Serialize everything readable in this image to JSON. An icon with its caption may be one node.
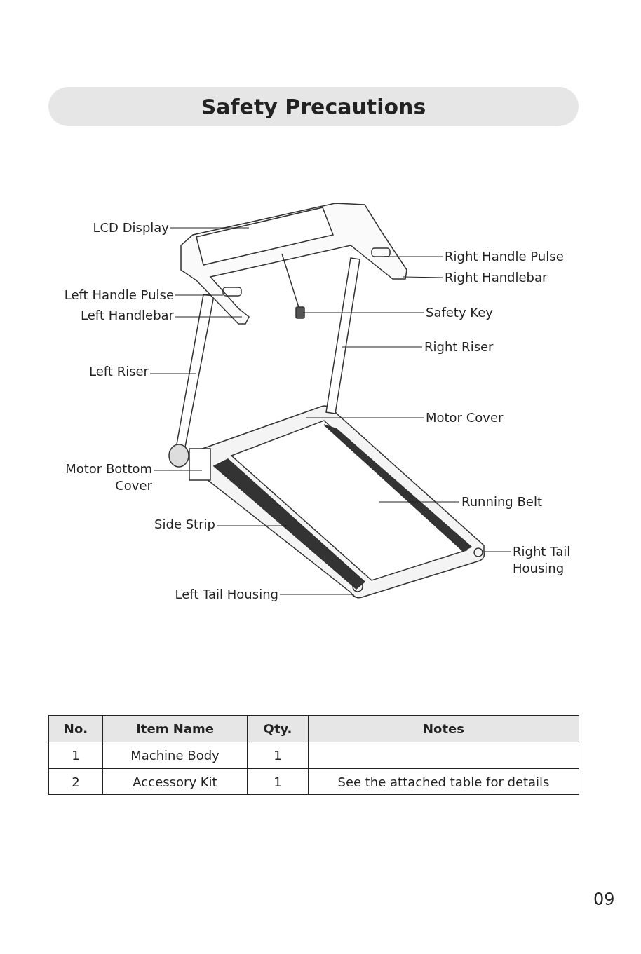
{
  "diagram": {
    "title": "Safety Precautions",
    "nodes": [
      {
        "text": [
          "LCD Display"
        ]
      },
      {
        "text": [
          "Right Handle Pulse"
        ]
      },
      {
        "text": [
          "Right Handlebar"
        ]
      },
      {
        "text": [
          "Left Handle Pulse"
        ]
      },
      {
        "text": [
          "Left Handlebar"
        ]
      },
      {
        "text": [
          "Safety Key"
        ]
      },
      {
        "text": [
          "Right Riser"
        ]
      },
      {
        "text": [
          "Left Riser"
        ]
      },
      {
        "text": [
          "Motor Cover"
        ]
      },
      {
        "text": [
          "Motor Bottom Cover"
        ]
      },
      {
        "text": [
          "Running Belt"
        ]
      },
      {
        "text": [
          "Side Strip"
        ]
      },
      {
        "text": [
          "Right Tail Housing"
        ]
      },
      {
        "text": [
          "Left Tail Housing"
        ]
      }
    ],
    "edges": [
      {
        "from": 0,
        "to": null,
        "arrow": "none"
      },
      {
        "from": 1,
        "to": null,
        "arrow": "none"
      },
      {
        "from": 2,
        "to": null,
        "arrow": "none"
      },
      {
        "from": 3,
        "to": null,
        "arrow": "none"
      },
      {
        "from": 4,
        "to": null,
        "arrow": "none"
      },
      {
        "from": 5,
        "to": null,
        "arrow": "none"
      },
      {
        "from": 6,
        "to": null,
        "arrow": "none"
      },
      {
        "from": 7,
        "to": null,
        "arrow": "none"
      },
      {
        "from": 8,
        "to": null,
        "arrow": "none"
      },
      {
        "from": 9,
        "to": null,
        "arrow": "none"
      },
      {
        "from": 10,
        "to": null,
        "arrow": "none"
      },
      {
        "from": 11,
        "to": null,
        "arrow": "none"
      },
      {
        "from": 12,
        "to": null,
        "arrow": "none"
      },
      {
        "from": 13,
        "to": null,
        "arrow": "none"
      }
    ],
    "labels": [
      "No.",
      "Item Name",
      "Qty.",
      "Notes",
      "1",
      "Machine Body",
      "1",
      "2",
      "Accessory Kit",
      "1",
      "See the attached table for details",
      "09"
    ]
  }
}
